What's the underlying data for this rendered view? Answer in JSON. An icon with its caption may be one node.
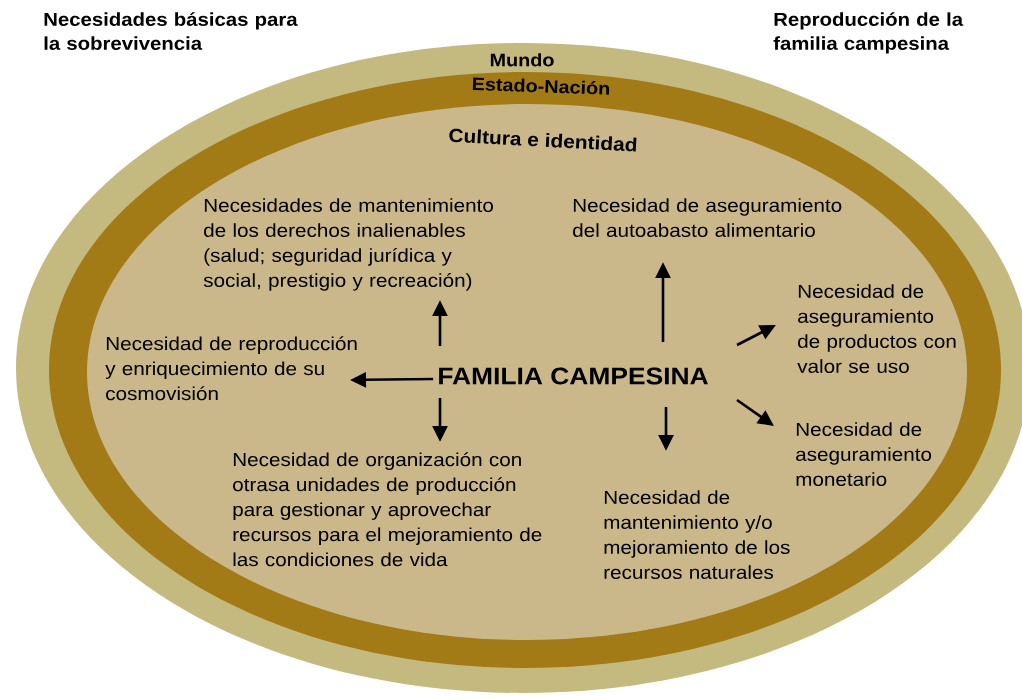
{
  "diagram": {
    "nodes": [
      {
        "text": [
          "Mundo"
        ]
      },
      {
        "text": [
          "Estado-Nación"
        ],
        "in": 0
      },
      {
        "text": [
          "Cultura e identidad"
        ],
        "in": 1
      },
      {
        "text": [
          "FAMILIA CAMPESINA"
        ],
        "in": 2
      },
      {
        "text": [
          "Necesidades de mantenimiento de los derechos inalienables (salud; seguridad jurídica y social, prestigio y recreación)"
        ],
        "in": 2
      },
      {
        "text": [
          "Necesidad de aseguramiento del autoabasto alimentario"
        ],
        "in": 2
      },
      {
        "text": [
          "Necesidad de aseguramiento de productos con valor se uso"
        ],
        "in": 2
      },
      {
        "text": [
          "Necesidad de reproducción y enriquecimiento de su cosmovisión"
        ],
        "in": 2
      },
      {
        "text": [
          "Necesidad de aseguramiento monetario"
        ],
        "in": 2
      },
      {
        "text": [
          "Necesidad de organización con otrasa unidades de producción para gestionar y aprovechar recursos para el mejoramiento de las condiciones de vida"
        ],
        "in": 2
      },
      {
        "text": [
          "Necesidad de mantenimiento y/o mejoramiento de los recursos naturales"
        ],
        "in": 2
      }
    ],
    "edges": [
      {
        "from": 3,
        "to": 4,
        "arrow": "to"
      },
      {
        "from": 3,
        "to": 5,
        "arrow": "to"
      },
      {
        "from": 3,
        "to": 6,
        "arrow": "to"
      },
      {
        "from": 3,
        "to": 7,
        "arrow": "to"
      },
      {
        "from": 3,
        "to": 8,
        "arrow": "to"
      },
      {
        "from": 3,
        "to": 9,
        "arrow": "to"
      },
      {
        "from": 3,
        "to": 10,
        "arrow": "to"
      }
    ],
    "labels": [
      "Necesidades básicas para la sobrevivencia",
      "Reproducción de la familia campesina"
    ]
  }
}
